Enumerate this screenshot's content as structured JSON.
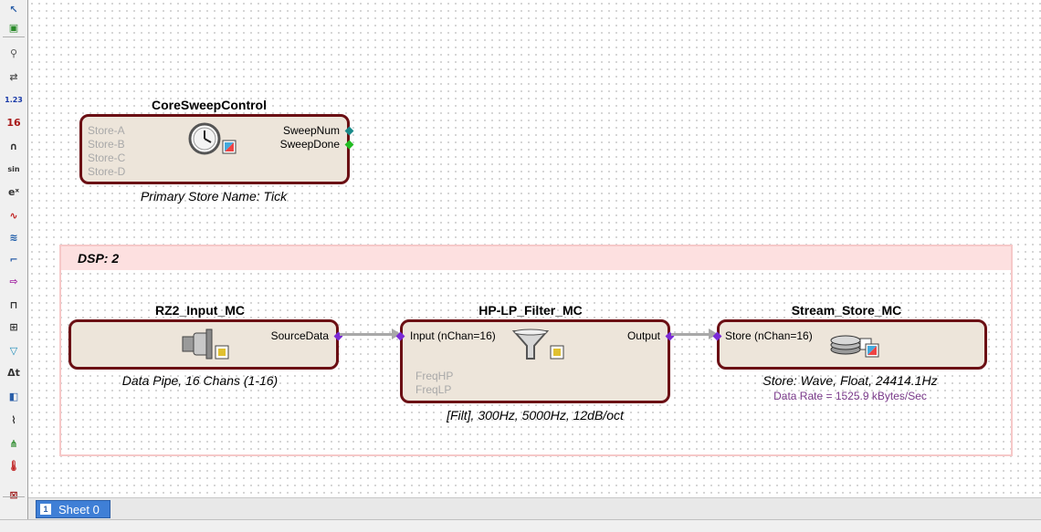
{
  "dsp": {
    "label": "DSP:  2"
  },
  "nodes": {
    "core_sweep": {
      "title": "CoreSweepControl",
      "inputs": [
        "Store-A",
        "Store-B",
        "Store-C",
        "Store-D"
      ],
      "outputs": [
        "SweepNum",
        "SweepDone"
      ],
      "caption": "Primary Store Name:  Tick"
    },
    "rz2_input": {
      "title": "RZ2_Input_MC",
      "output": "SourceData",
      "caption": "Data Pipe, 16 Chans (1-16)"
    },
    "filter": {
      "title": "HP-LP_Filter_MC",
      "input": "Input  (nChan=16)",
      "output": "Output",
      "params": [
        "FreqHP",
        "FreqLP"
      ],
      "caption": "[Filt],   300Hz,    5000Hz,    12dB/oct"
    },
    "stream_store": {
      "title": "Stream_Store_MC",
      "input": "Store  (nChan=16)",
      "caption": "Store:  Wave,  Float,  24414.1Hz",
      "subcaption": "Data Rate = 1525.9 kBytes/Sec"
    }
  },
  "tabs": {
    "sheet_number": "1",
    "sheet_label": "Sheet 0"
  },
  "toolbar": {
    "items": [
      {
        "name": "pointer-tool-icon",
        "glyph": "↖"
      },
      {
        "name": "component-tool-icon",
        "glyph": "▣"
      },
      {
        "name": "search-tool-icon",
        "glyph": "⚲"
      },
      {
        "name": "link-tool-icon",
        "glyph": "⇄"
      },
      {
        "name": "number-tool-icon",
        "glyph": "1.23"
      },
      {
        "name": "convert-tool-icon",
        "glyph": "16"
      },
      {
        "name": "audio-tool-icon",
        "glyph": "∩"
      },
      {
        "name": "sincos-tool-icon",
        "glyph": "sin"
      },
      {
        "name": "exp-tool-icon",
        "glyph": "eˣ"
      },
      {
        "name": "waveform-tool-icon",
        "glyph": "∿"
      },
      {
        "name": "spectrum-tool-icon",
        "glyph": "≋"
      },
      {
        "name": "step-tool-icon",
        "glyph": "⌐"
      },
      {
        "name": "output-tool-icon",
        "glyph": "⇨"
      },
      {
        "name": "pulse-tool-icon",
        "glyph": "⊓"
      },
      {
        "name": "bus-tool-icon",
        "glyph": "⊞"
      },
      {
        "name": "filter-tool-icon",
        "glyph": "▽"
      },
      {
        "name": "delta-tool-icon",
        "glyph": "Δt"
      },
      {
        "name": "store-tool-icon",
        "glyph": "◧"
      },
      {
        "name": "scope-tool-icon",
        "glyph": "⌇"
      },
      {
        "name": "tree-tool-icon",
        "glyph": "⋔"
      },
      {
        "name": "thermo-tool-icon",
        "glyph": "🌡"
      },
      {
        "name": "macro-tool-icon",
        "glyph": "⊠"
      }
    ]
  },
  "colors": {
    "node_border": "#6b0f14",
    "node_fill": "#ede5da",
    "port": "#7a2ad6",
    "port_green": "#22bb22",
    "port_teal": "#1a8a8a"
  }
}
